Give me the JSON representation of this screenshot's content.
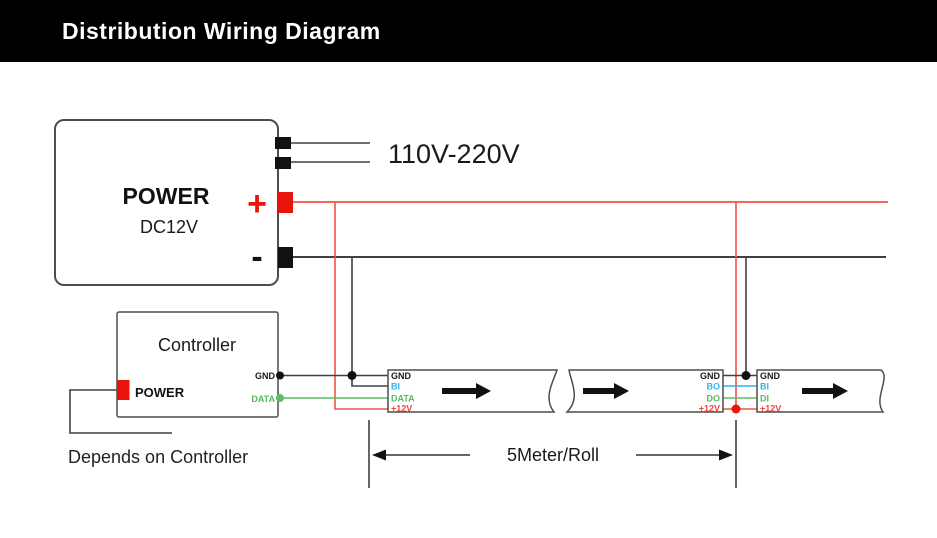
{
  "header": {
    "title": "Distribution Wiring Diagram"
  },
  "colors": {
    "accent_red": "#e8150d",
    "wire_red": "#ef5348",
    "wire_green": "#5dbd64",
    "wire_blue": "#2fb5ea",
    "wire_black": "#404040",
    "pin_red": "#f0443c",
    "pin_green": "#55bb5e",
    "pin_blue": "#2fb5ea",
    "pin_black": "#1a1a1a"
  },
  "power_supply": {
    "name": "POWER",
    "voltage": "DC12V",
    "input_label": "110V-220V",
    "plus_label": "+",
    "minus_label": "-"
  },
  "controller": {
    "name": "Controller",
    "power_label": "POWER",
    "pin_gnd": "GND",
    "pin_data": "DATA",
    "note": "Depends on Controller"
  },
  "strips": [
    {
      "labels": [
        "GND",
        "BI",
        "DATA",
        "+12V"
      ]
    },
    {
      "labels": [
        "GND",
        "BO",
        "DO",
        "+12V"
      ]
    },
    {
      "labels": [
        "GND",
        "BI",
        "DI",
        "+12V"
      ]
    }
  ],
  "dimension": {
    "label": "5Meter/Roll"
  }
}
